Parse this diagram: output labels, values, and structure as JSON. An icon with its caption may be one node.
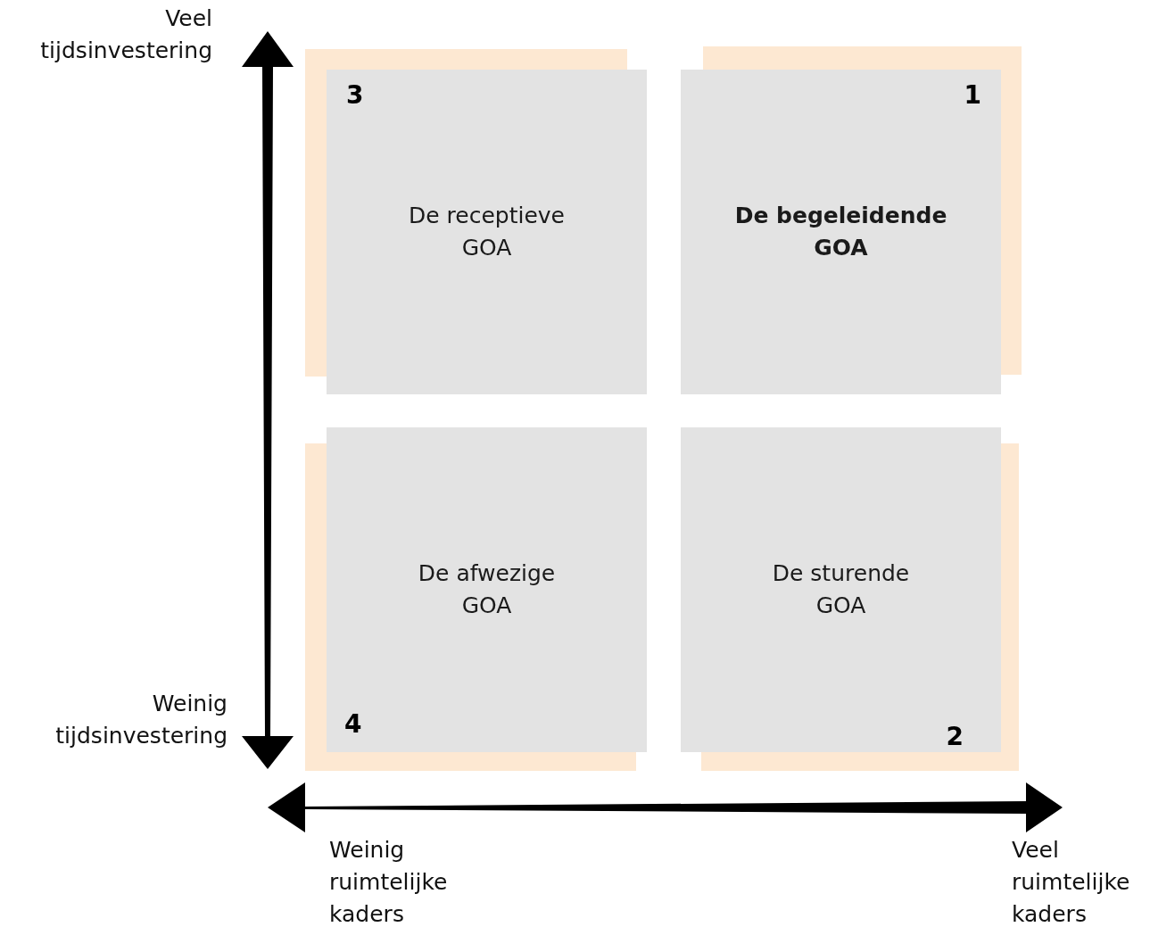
{
  "diagram": {
    "nodes": [
      {
        "text": [
          "3",
          "De receptieve GOA"
        ]
      },
      {
        "text": [
          "1",
          "De begeleidende GOA"
        ]
      },
      {
        "text": [
          "De afwezige GOA",
          "4"
        ]
      },
      {
        "text": [
          "De sturende GOA",
          "2"
        ]
      }
    ],
    "labels": [
      "Veel tijdsinvestering",
      "Weinig tijdsinvestering",
      "Weinig ruimtelijke kaders",
      "Veel ruimtelijke kaders"
    ]
  }
}
